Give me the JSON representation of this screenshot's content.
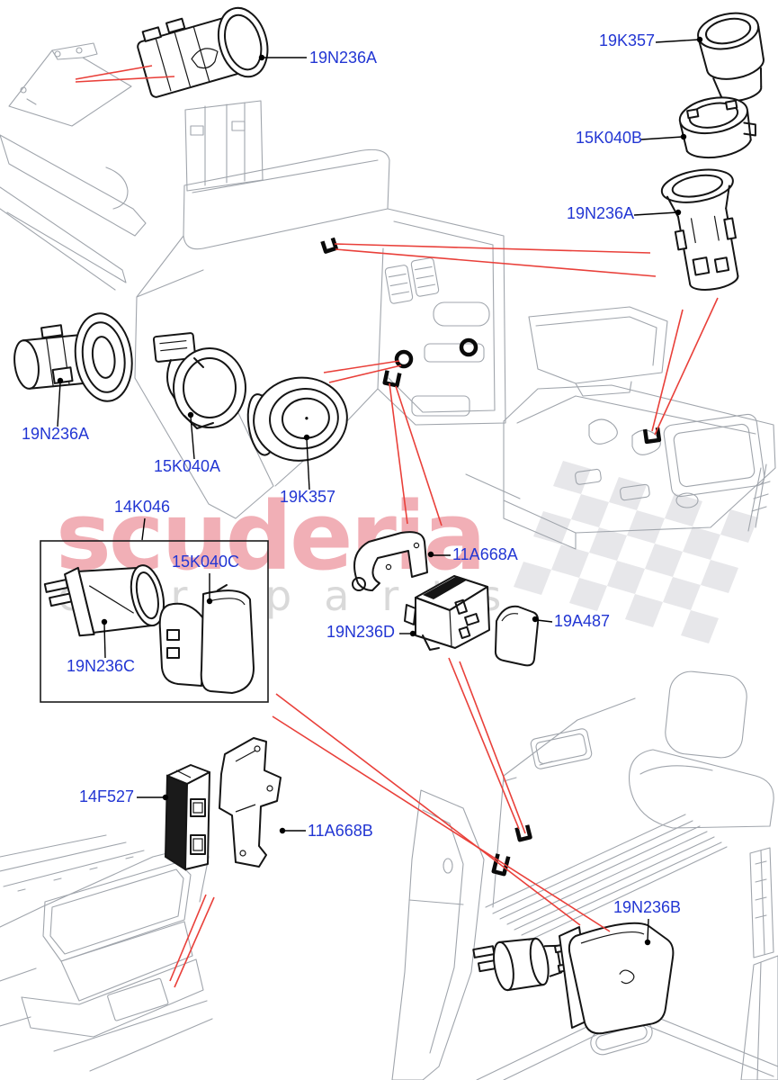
{
  "watermark": {
    "brand": "scuderia",
    "subtext": "car parts",
    "brand_color": "#efa2aa",
    "subtext_color": "#d9d9d9",
    "flag_icon": "checkered-flag"
  },
  "colors": {
    "label_blue": "#2236d3",
    "callout_red": "#e9403a",
    "line_black": "#151515",
    "drawing_gray": "#a0a5ac",
    "background": "#ffffff"
  },
  "callouts": [
    {
      "id": "19N236A-top",
      "text": "19N236A"
    },
    {
      "id": "19K357-right",
      "text": "19K357"
    },
    {
      "id": "15K040B-right",
      "text": "15K040B"
    },
    {
      "id": "19N236A-right",
      "text": "19N236A"
    },
    {
      "id": "19N236A-left",
      "text": "19N236A"
    },
    {
      "id": "15K040A-left",
      "text": "15K040A"
    },
    {
      "id": "19K357-left",
      "text": "19K357"
    },
    {
      "id": "14K046-kit",
      "text": "14K046"
    },
    {
      "id": "15K040C-kit",
      "text": "15K040C"
    },
    {
      "id": "19N236C-kit",
      "text": "19N236C"
    },
    {
      "id": "11A668A-brkt",
      "text": "11A668A"
    },
    {
      "id": "19N236D-socket",
      "text": "19N236D"
    },
    {
      "id": "19A487-cover",
      "text": "19A487"
    },
    {
      "id": "14F527-module",
      "text": "14F527"
    },
    {
      "id": "11A668B-brkt",
      "text": "11A668B"
    },
    {
      "id": "19N236B-socket",
      "text": "19N236B"
    }
  ]
}
